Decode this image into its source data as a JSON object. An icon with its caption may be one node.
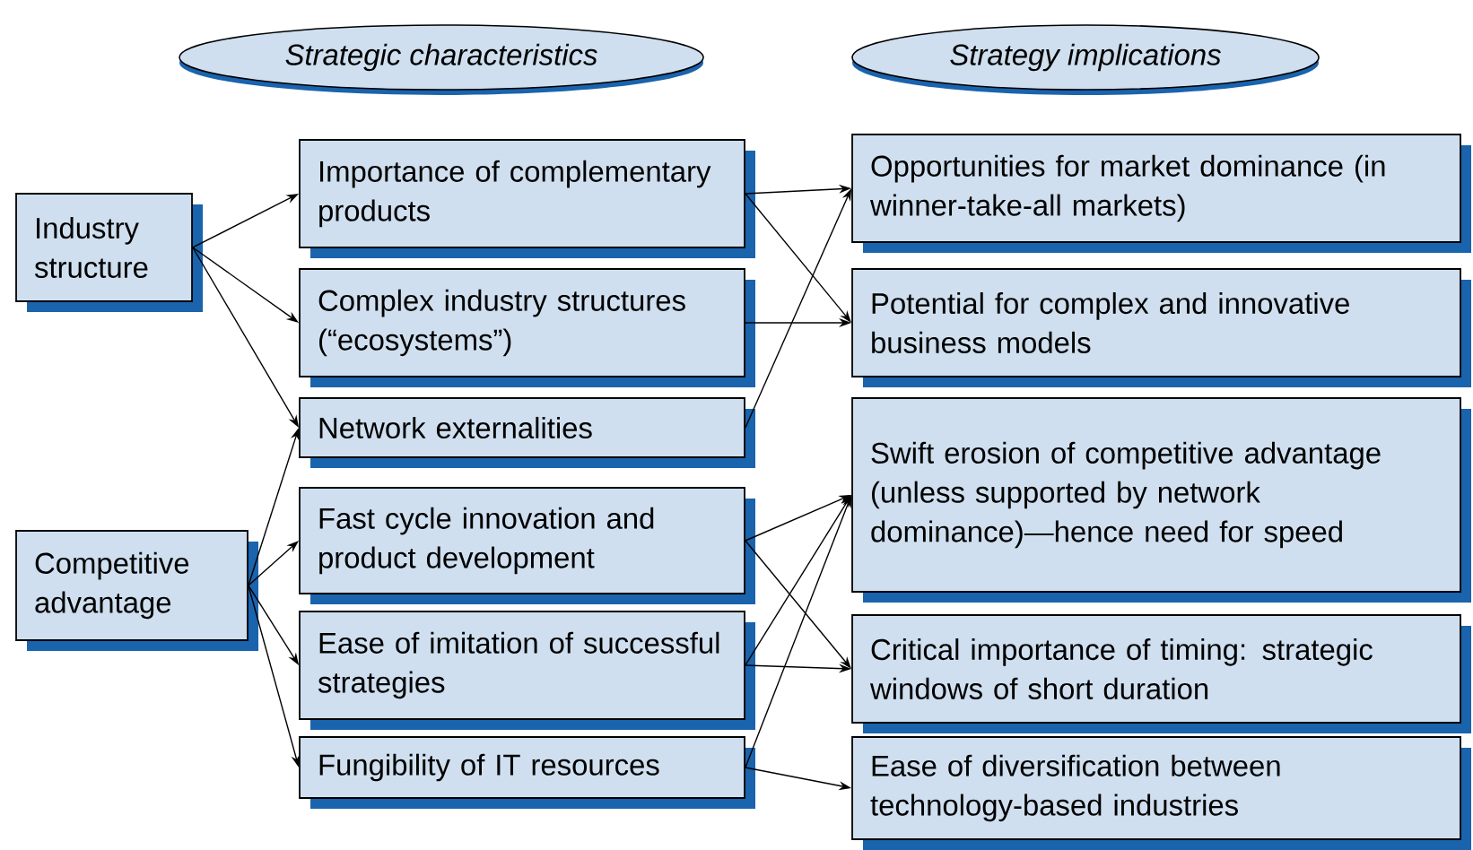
{
  "diagram": {
    "nodes": [
      {
        "text": [
          "Strategic characteristics"
        ]
      },
      {
        "text": [
          "Strategy implications"
        ]
      },
      {
        "text": [
          "Industry structure"
        ]
      },
      {
        "text": [
          "Competitive advantage"
        ]
      },
      {
        "text": [
          "Importance of complementary products"
        ]
      },
      {
        "text": [
          "Complex industry structures (“ecosystems”)"
        ]
      },
      {
        "text": [
          "Network externalities"
        ]
      },
      {
        "text": [
          "Fast cycle innovation and product development"
        ]
      },
      {
        "text": [
          "Ease of imitation of successful strategies"
        ]
      },
      {
        "text": [
          "Fungibility of IT resources"
        ]
      },
      {
        "text": [
          "Opportunities for market dominance (in winner-take-all markets)"
        ]
      },
      {
        "text": [
          "Potential for complex and innovative business models"
        ]
      },
      {
        "text": [
          "Swift erosion of competitive advantage (unless supported by network dominance)—hence need for speed"
        ]
      },
      {
        "text": [
          "Critical importance of timing: strategic windows of short duration"
        ]
      },
      {
        "text": [
          "Ease of diversification between technology-based industries"
        ]
      }
    ],
    "edges": [
      {
        "from": 2,
        "to": 4,
        "arrow": "to"
      },
      {
        "from": 2,
        "to": 5,
        "arrow": "to"
      },
      {
        "from": 2,
        "to": 6,
        "arrow": "to"
      },
      {
        "from": 3,
        "to": 6,
        "arrow": "to"
      },
      {
        "from": 3,
        "to": 7,
        "arrow": "to"
      },
      {
        "from": 3,
        "to": 8,
        "arrow": "to"
      },
      {
        "from": 3,
        "to": 9,
        "arrow": "to"
      },
      {
        "from": 4,
        "to": 10,
        "arrow": "to"
      },
      {
        "from": 4,
        "to": 11,
        "arrow": "to"
      },
      {
        "from": 5,
        "to": 11,
        "arrow": "to"
      },
      {
        "from": 6,
        "to": 10,
        "arrow": "to"
      },
      {
        "from": 7,
        "to": 12,
        "arrow": "to"
      },
      {
        "from": 7,
        "to": 13,
        "arrow": "to"
      },
      {
        "from": 8,
        "to": 12,
        "arrow": "to"
      },
      {
        "from": 8,
        "to": 13,
        "arrow": "to"
      },
      {
        "from": 9,
        "to": 12,
        "arrow": "to"
      },
      {
        "from": 9,
        "to": 14,
        "arrow": "to"
      }
    ]
  }
}
